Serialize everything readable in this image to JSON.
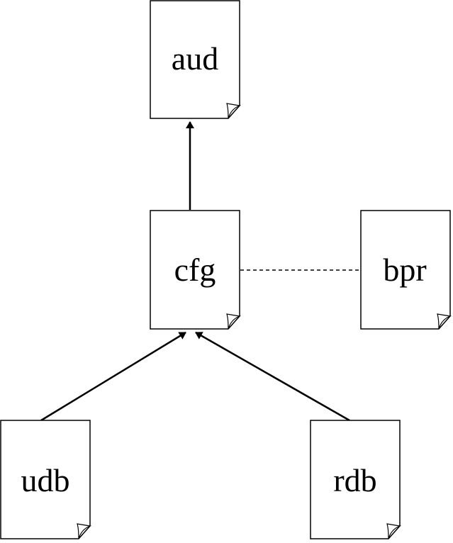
{
  "diagram": {
    "nodes": {
      "aud": {
        "label": "aud"
      },
      "cfg": {
        "label": "cfg"
      },
      "bpr": {
        "label": "bpr"
      },
      "udb": {
        "label": "udb"
      },
      "rdb": {
        "label": "rdb"
      }
    },
    "edges": [
      {
        "from": "cfg",
        "to": "aud",
        "style": "solid",
        "arrow": true
      },
      {
        "from": "cfg",
        "to": "bpr",
        "style": "dashed",
        "arrow": false
      },
      {
        "from": "udb",
        "to": "cfg",
        "style": "solid",
        "arrow": true
      },
      {
        "from": "rdb",
        "to": "cfg",
        "style": "solid",
        "arrow": true
      }
    ],
    "colors": {
      "stroke": "#000000",
      "fill": "#ffffff"
    }
  }
}
